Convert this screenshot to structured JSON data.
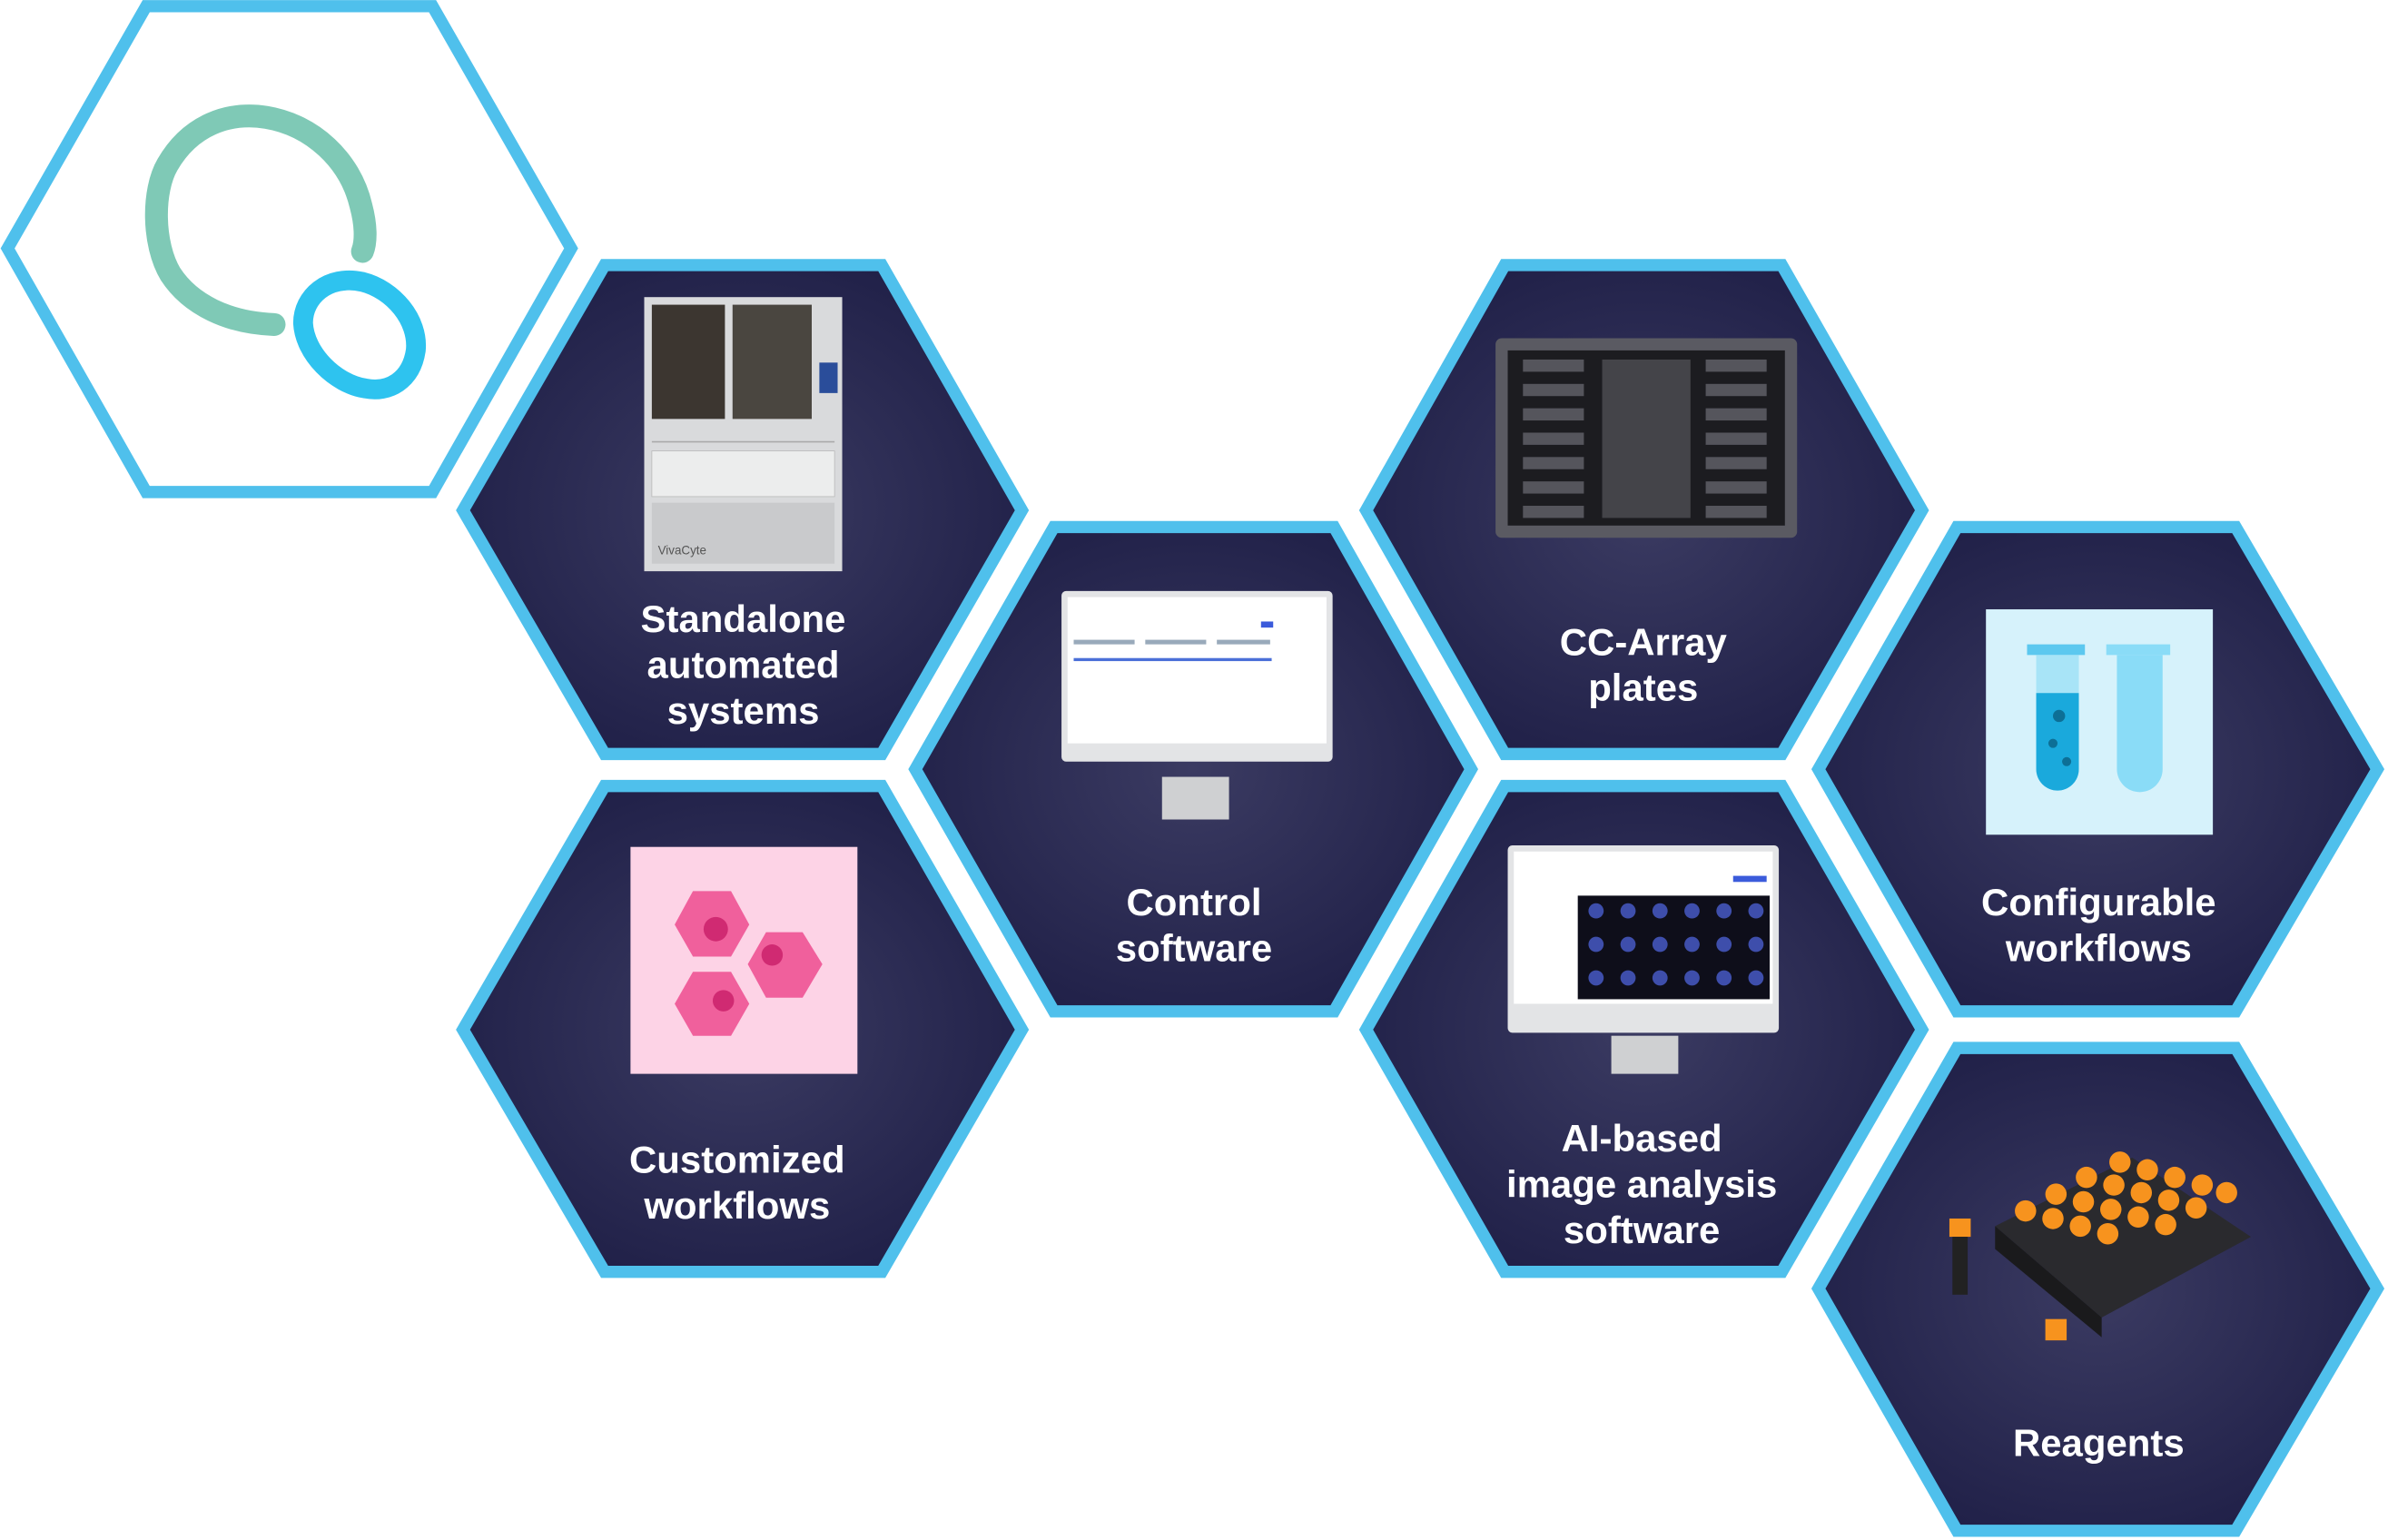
{
  "colors": {
    "border": "#4fc0ec",
    "navy_center": "#3b3b62",
    "navy_edge": "#1e1e46",
    "logo_green": "#7fc9b6",
    "logo_blue": "#2ec3ef"
  },
  "tiles": [
    {
      "lines": [
        "Standalone",
        "automated",
        "systems"
      ],
      "icon": "automated-system-image"
    },
    {
      "lines": [
        "Control",
        "software"
      ],
      "icon": "monitor-image"
    },
    {
      "lines": [
        "CC-Array",
        "plates"
      ],
      "icon": "plate-image"
    },
    {
      "lines": [
        "Configurable",
        "workflows"
      ],
      "icon": "test-tubes-icon"
    },
    {
      "lines": [
        "Customized",
        "workflows"
      ],
      "icon": "cells-icon"
    },
    {
      "lines": [
        "AI-based",
        "image analysis",
        "software"
      ],
      "icon": "analysis-monitor-image"
    },
    {
      "lines": [
        "Reagents"
      ],
      "icon": "reagent-rack-image"
    }
  ],
  "machine_brand": "VivaCyte"
}
